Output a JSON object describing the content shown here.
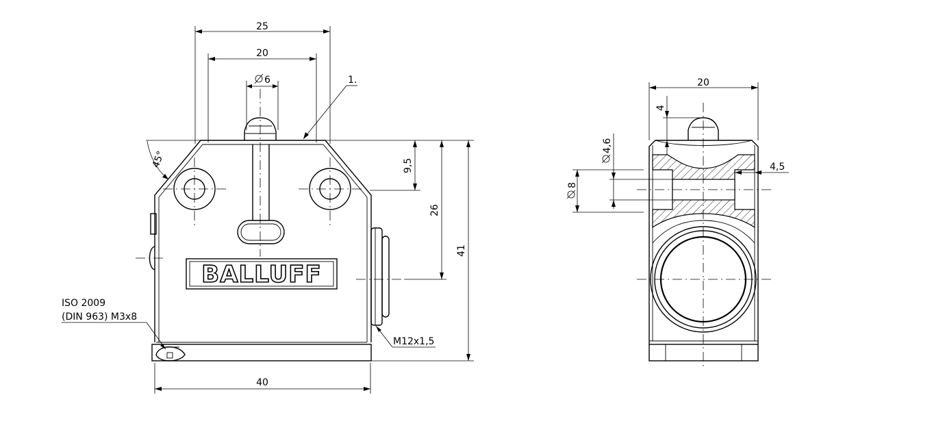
{
  "brand": "BALLUFF",
  "front_view": {
    "dim_overall_width": "40",
    "dim_plunger_guide_outer": "25",
    "dim_plunger_guide_inner": "20",
    "dim_plunger_diameter": "6",
    "dim_plunger_travel": "9,5",
    "dim_connector_axis": "26",
    "dim_overall_height": "41",
    "dim_chamfer_angle": "45°",
    "label_detail_ref": "1.",
    "thread_label": "M12x1,5",
    "screw_note_line1": "ISO 2009",
    "screw_note_line2": "(DIN 963) M3x8"
  },
  "side_view": {
    "dim_width": "20",
    "dim_plunger_height": "4",
    "dim_hole_diameter": "4,6",
    "dim_counterbore_diameter": "8",
    "dim_counterbore_depth": "4,5"
  }
}
